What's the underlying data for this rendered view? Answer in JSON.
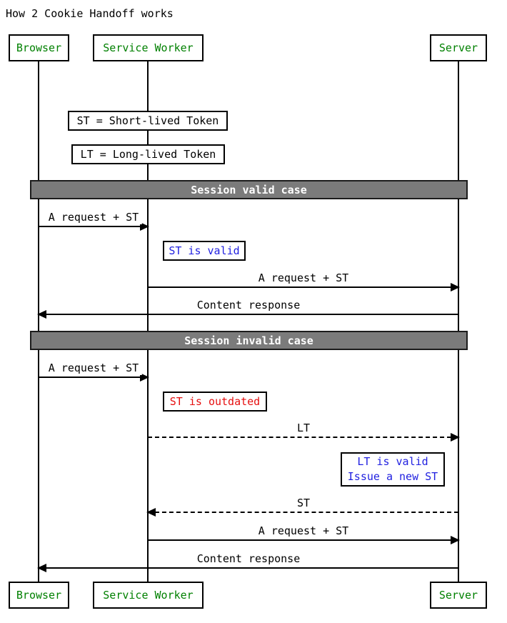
{
  "title": "How 2 Cookie Handoff works",
  "actors": {
    "browser": "Browser",
    "service_worker": "Service Worker",
    "server": "Server"
  },
  "definitions": {
    "st": "ST = Short-lived Token",
    "lt": "LT = Long-lived Token"
  },
  "sections": {
    "valid": "Session valid case",
    "invalid": "Session invalid case"
  },
  "valid_case": {
    "request_browser_to_sw": "A request + ST",
    "note_st_valid": "ST is valid",
    "request_sw_to_server": "A request + ST",
    "content_response": "Content response"
  },
  "invalid_case": {
    "request_browser_to_sw": "A request + ST",
    "note_st_outdated": "ST is outdated",
    "lt_message": "LT",
    "note_lt_valid_line1": "LT is valid",
    "note_lt_valid_line2": "Issue a new ST",
    "st_message": "ST",
    "request_sw_to_server": "A request + ST",
    "content_response": "Content response"
  },
  "colors": {
    "actor_text": "#008000",
    "info_note_text": "#1f1fe0",
    "error_note_text": "#e60f0f",
    "section_bar_bg": "#7b7b7b",
    "section_bar_text": "#ffffff",
    "line_color": "#000000",
    "background": "#ffffff"
  }
}
